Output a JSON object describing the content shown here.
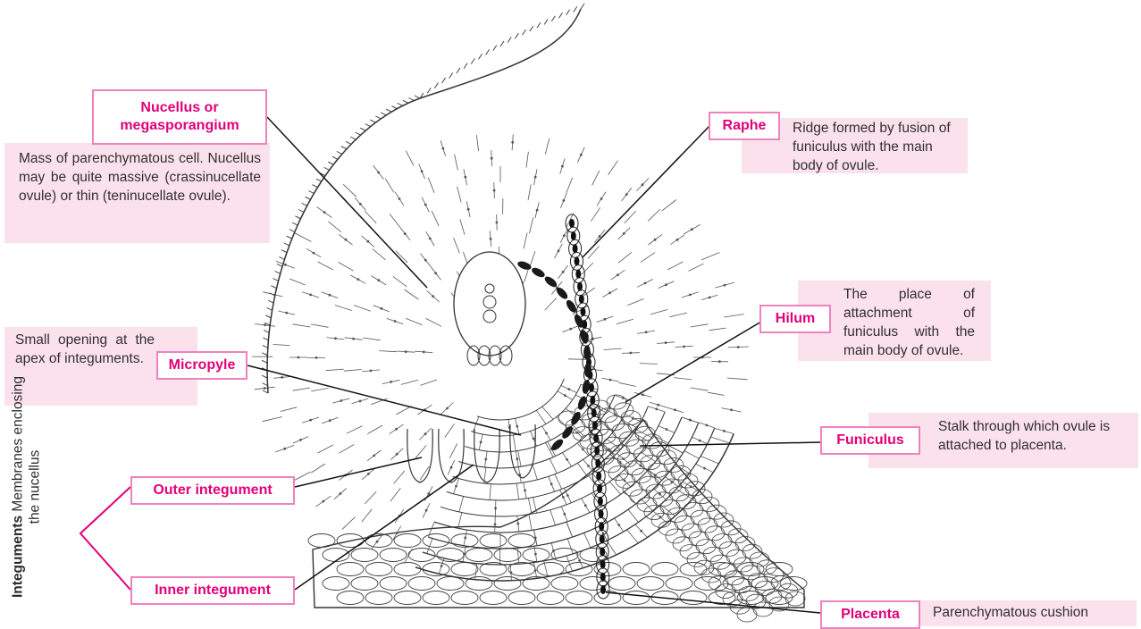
{
  "labels": {
    "nucellus": "Nucellus or megasporangium",
    "raphe": "Raphe",
    "hilum": "Hilum",
    "micropyle": "Micropyle",
    "funiculus": "Funiculus",
    "outer_integument": "Outer integument",
    "inner_integument": "Inner integument",
    "placenta": "Placenta"
  },
  "descriptions": {
    "nucellus": "Mass of parenchymatous cell. Nucellus may be quite massive (crassinucellate ovule) or thin (teninucellate ovule).",
    "raphe": "Ridge formed by fusion of funiculus with the main body of ovule.",
    "hilum": "The place of attachment of funiculus with the main body of ovule.",
    "micropyle": "Small opening at the apex of integuments.",
    "funiculus": "Stalk through which ovule is attached to placenta.",
    "placenta": "Parenchymatous cushion"
  },
  "integuments": {
    "title": "Integuments",
    "subtitle_line1": "Membranes enclosing",
    "subtitle_line2": "the nucellus"
  },
  "colors": {
    "label_text": "#e2007a",
    "label_border": "#ee82c0",
    "description_bg": "#fbe1ec",
    "bracket": "#e2007a",
    "line": "#111111"
  }
}
